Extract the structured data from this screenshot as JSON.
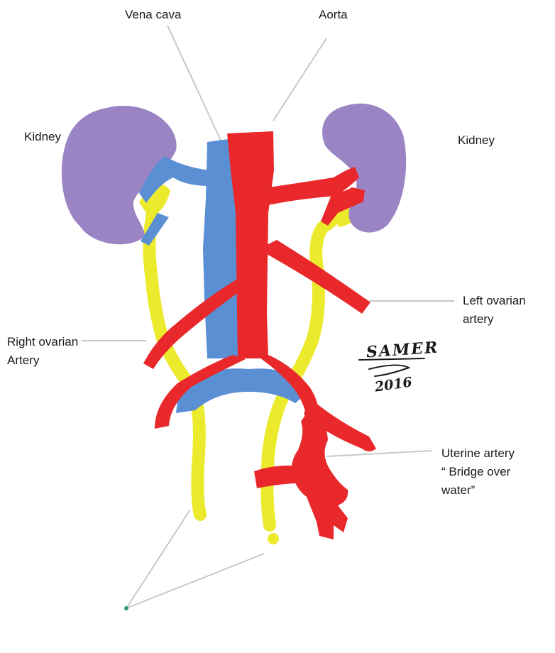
{
  "labels": {
    "vena_cava": "Vena cava",
    "aorta": "Aorta",
    "kidney_right": "Kidney",
    "kidney_left": "Kidney",
    "left_ovarian_artery_line1": "Left ovarian",
    "left_ovarian_artery_line2": "artery",
    "right_ovarian_artery_line1": "Right ovarian",
    "right_ovarian_artery_line2": "Artery",
    "uterine_artery_line1": "Uterine artery",
    "uterine_artery_line2": "“ Bridge over",
    "uterine_artery_line3": "water”"
  },
  "signature": {
    "name": "SAMER",
    "year": "2016"
  },
  "colors": {
    "kidney": "#9b84c4",
    "artery": "#e8282b",
    "vein": "#5b8fd4",
    "ureter": "#ecea2c",
    "leader_line": "#c8c8c8",
    "pointer_dot": "#2e9a6a"
  }
}
